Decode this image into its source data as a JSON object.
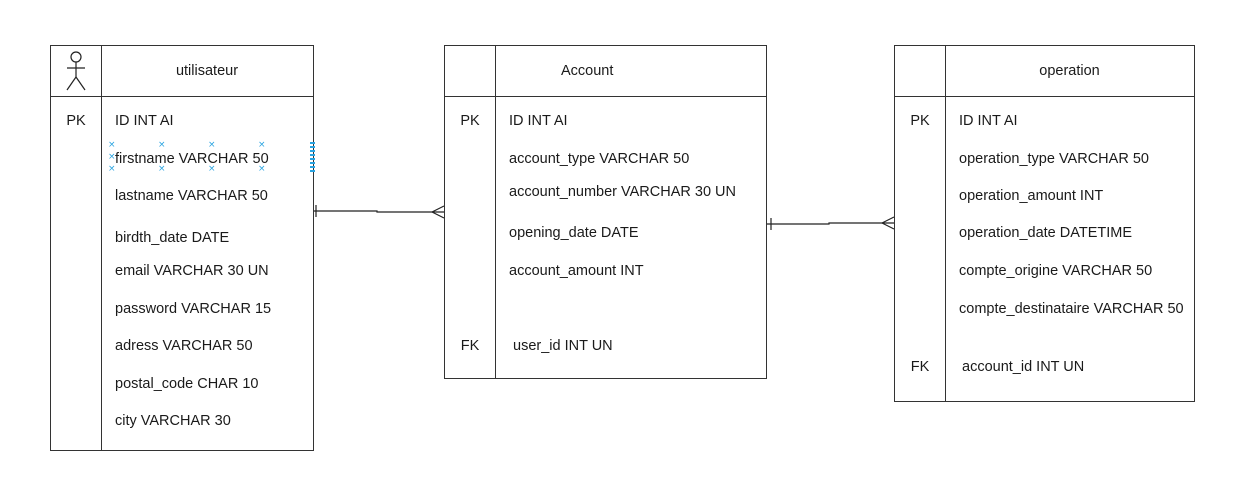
{
  "entities": {
    "utilisateur": {
      "title": "utilisateur",
      "icon": "person-icon",
      "pk_label": "PK",
      "fields": [
        "ID INT AI",
        "firstname VARCHAR 50",
        "lastname VARCHAR 50",
        "birdth_date DATE",
        "email VARCHAR 30 UN",
        "password VARCHAR 15",
        "adress VARCHAR 50",
        "postal_code CHAR 10",
        "city VARCHAR 30"
      ]
    },
    "account": {
      "title": "Account",
      "pk_label": "PK",
      "fk_label": "FK",
      "fields": [
        "ID INT AI",
        "account_type VARCHAR 50",
        "account_number VARCHAR 30 UN",
        "opening_date DATE",
        "account_amount INT",
        "user_id INT UN"
      ]
    },
    "operation": {
      "title": "operation",
      "pk_label": "PK",
      "fk_label": "FK",
      "fields": [
        "ID INT AI",
        "operation_type VARCHAR 50",
        "operation_amount INT",
        "operation_date DATETIME",
        "compte_origine VARCHAR 50",
        "compte_destinataire VARCHAR 50",
        "account_id INT UN"
      ]
    }
  },
  "relations": [
    {
      "from": "utilisateur",
      "to": "account",
      "from_cardinality": "one",
      "to_cardinality": "many"
    },
    {
      "from": "account",
      "to": "operation",
      "from_cardinality": "one",
      "to_cardinality": "many"
    }
  ],
  "colors": {
    "border": "#333333",
    "selection": "#29a3e0",
    "text": "#1a1a1a"
  }
}
